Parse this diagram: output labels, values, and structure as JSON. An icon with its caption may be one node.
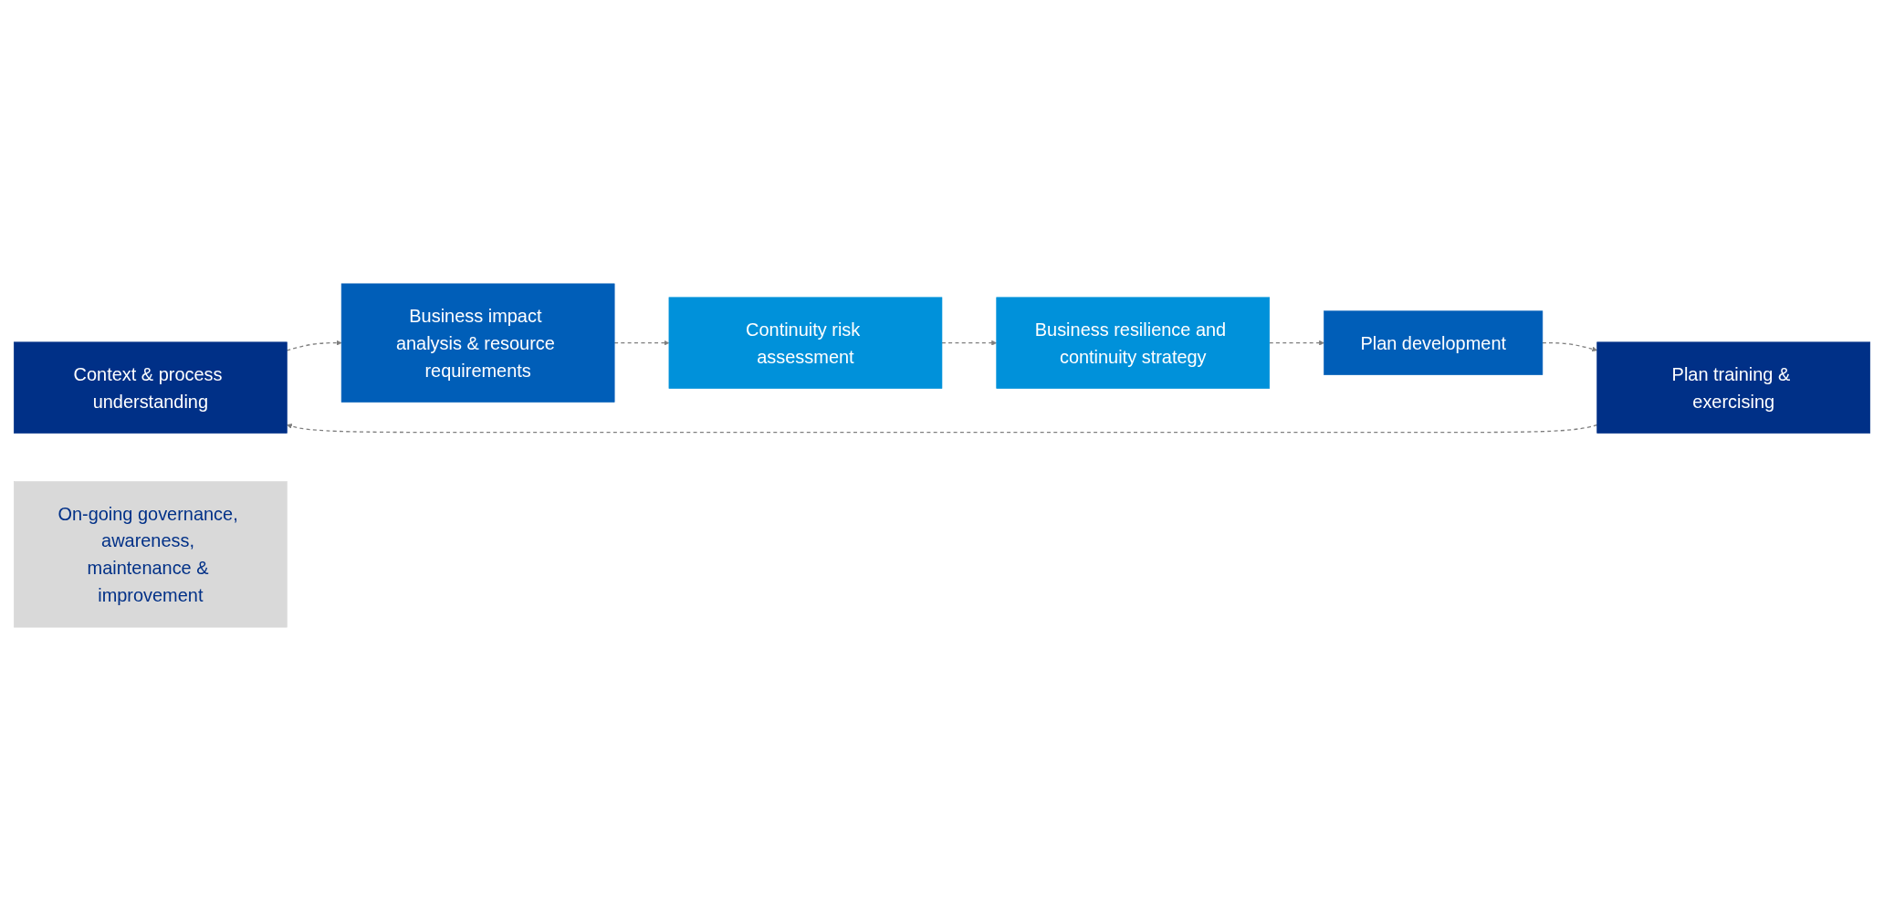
{
  "diagram": {
    "nodes": [
      {
        "text": [
          "Context & process understanding"
        ]
      },
      {
        "text": [
          "Business impact analysis & resource requirements"
        ]
      },
      {
        "text": [
          "Continuity risk assessment"
        ]
      },
      {
        "text": [
          "On-going governance, awareness, maintenance & improvement"
        ]
      },
      {
        "text": [
          "Plan training & exercising"
        ]
      },
      {
        "text": [
          "Plan development"
        ]
      },
      {
        "text": [
          "Business resilience and continuity strategy"
        ]
      }
    ],
    "edges": [
      {
        "from": 0,
        "to": 1,
        "arrow": "to",
        "style": "dashed"
      },
      {
        "from": 1,
        "to": 2,
        "arrow": "to",
        "style": "dashed"
      },
      {
        "from": 2,
        "to": 6,
        "arrow": "to",
        "style": "dashed"
      },
      {
        "from": 6,
        "to": 5,
        "arrow": "to",
        "style": "dashed"
      },
      {
        "from": 5,
        "to": 4,
        "arrow": "to",
        "style": "dashed"
      },
      {
        "from": 4,
        "to": 0,
        "arrow": "to",
        "style": "dashed"
      }
    ]
  }
}
